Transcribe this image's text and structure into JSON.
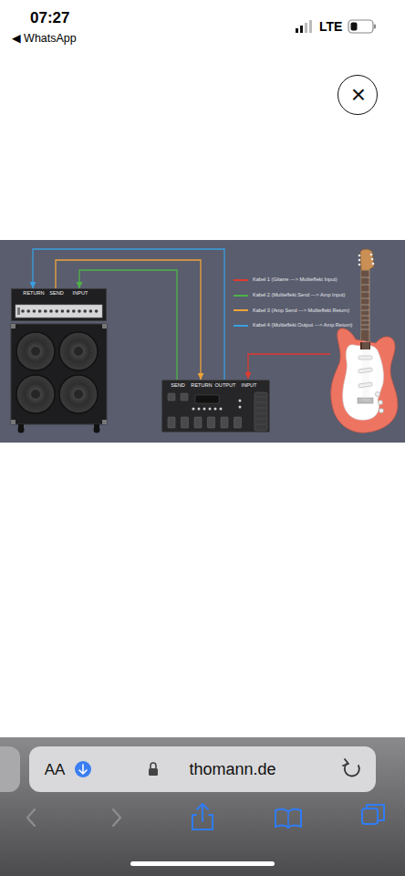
{
  "diagram": {
    "nodes": [
      {
        "text": [
          "×"
        ]
      },
      {
        "text": [
          "RETURN",
          "SEND",
          "INPUT"
        ]
      },
      {
        "text": [
          "SEND",
          "RETURN",
          "OUTPUT",
          "INPUT"
        ]
      },
      {
        "text": [
          "AA",
          "thomann.de"
        ]
      }
    ],
    "edges": [
      {
        "from": 2,
        "to": 1,
        "arrow": "to"
      },
      {
        "from": 1,
        "to": 2,
        "arrow": "to"
      },
      {
        "from": 2,
        "to": 1,
        "arrow": "to"
      }
    ],
    "labels": [
      "07:27",
      "◀ WhatsApp",
      "LTE"
    ],
    "legend": [
      {
        "text": "Kabel 1 (Gitarre ---> Multieffekt Input)",
        "color": "#e2392f"
      },
      {
        "text": "Kabel 2 (Multieffekt Send ---> Amp Input)",
        "color": "#4fb248"
      },
      {
        "text": "Kabel 3 (Amp Send ---> Multieffekt Return)",
        "color": "#f0a23a"
      },
      {
        "text": "Kabel 4 (Multieffekt Output ---> Amp Return)",
        "color": "#3a9fe0"
      }
    ]
  }
}
